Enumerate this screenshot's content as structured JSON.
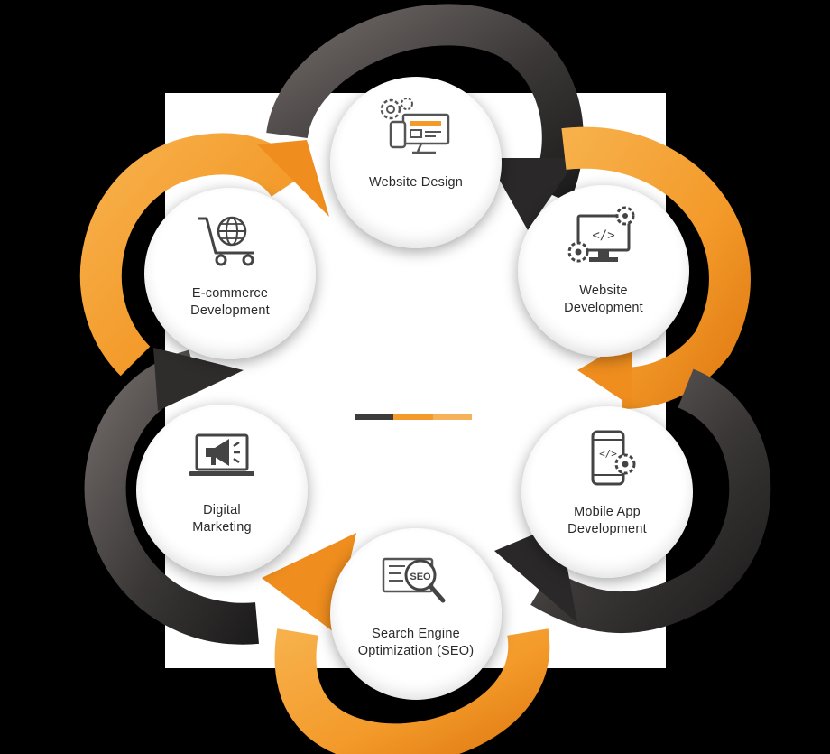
{
  "colors": {
    "orange": "#f39a2a",
    "orange_dark": "#e0801a",
    "dark": "#333131",
    "gray": "#8a8583",
    "text": "#2a2a2a"
  },
  "center": {
    "subtitle": "",
    "title_line1": "",
    "title_line2": "",
    "bar_colors": [
      "#3c3c3c",
      "#f39a2a",
      "#f6b25a"
    ]
  },
  "nodes": [
    {
      "label": "Website Design",
      "icon": "website-design-icon"
    },
    {
      "label": "Website\nDevelopment",
      "icon": "code-monitor-icon"
    },
    {
      "label": "Mobile App\nDevelopment",
      "icon": "mobile-app-icon"
    },
    {
      "label": "Search Engine\nOptimization (SEO)",
      "icon": "seo-magnifier-icon"
    },
    {
      "label": "Digital\nMarketing",
      "icon": "megaphone-laptop-icon"
    },
    {
      "label": "E-commerce\nDevelopment",
      "icon": "shopping-cart-icon"
    }
  ]
}
